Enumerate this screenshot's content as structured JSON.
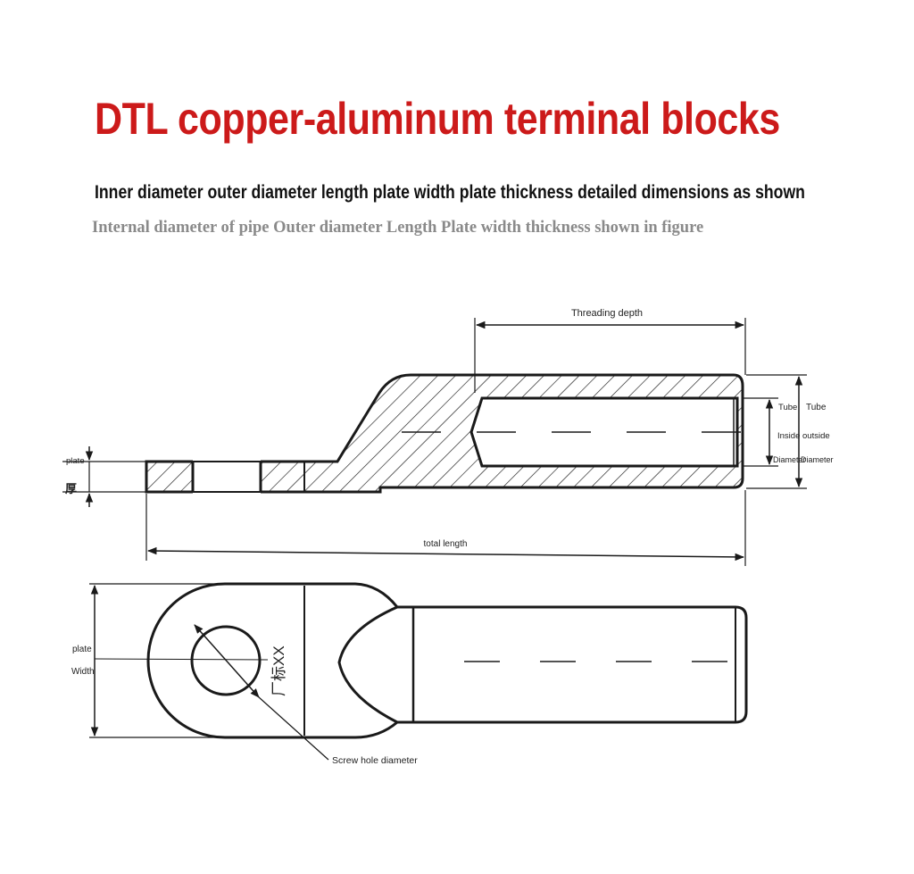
{
  "header": {
    "title": "DTL copper-aluminum terminal blocks",
    "subtitle": "Inner diameter outer diameter length plate width plate thickness detailed dimensions as shown",
    "subtitle_en": "Internal diameter of pipe Outer diameter Length Plate width thickness shown in figure"
  },
  "labels": {
    "threading_depth": "Threading depth",
    "tube_inside_1": "Tube",
    "tube_inside_2": "Inside",
    "tube_inside_3": "Diameter",
    "tube_outside_1": "Tube",
    "tube_outside_2": "outside",
    "tube_outside_3": "Diameter",
    "plate_thickness_1": "plate",
    "plate_thickness_2": "厚",
    "total_length": "total length",
    "plate_width_1": "plate",
    "plate_width_2": "Width",
    "screw_hole": "Screw hole diameter",
    "stamp": "厂标XX"
  },
  "colors": {
    "title": "#cc1a1a",
    "subtitle": "#111111",
    "subtitle_en": "#8a8a8a",
    "line": "#1a1a1a"
  }
}
